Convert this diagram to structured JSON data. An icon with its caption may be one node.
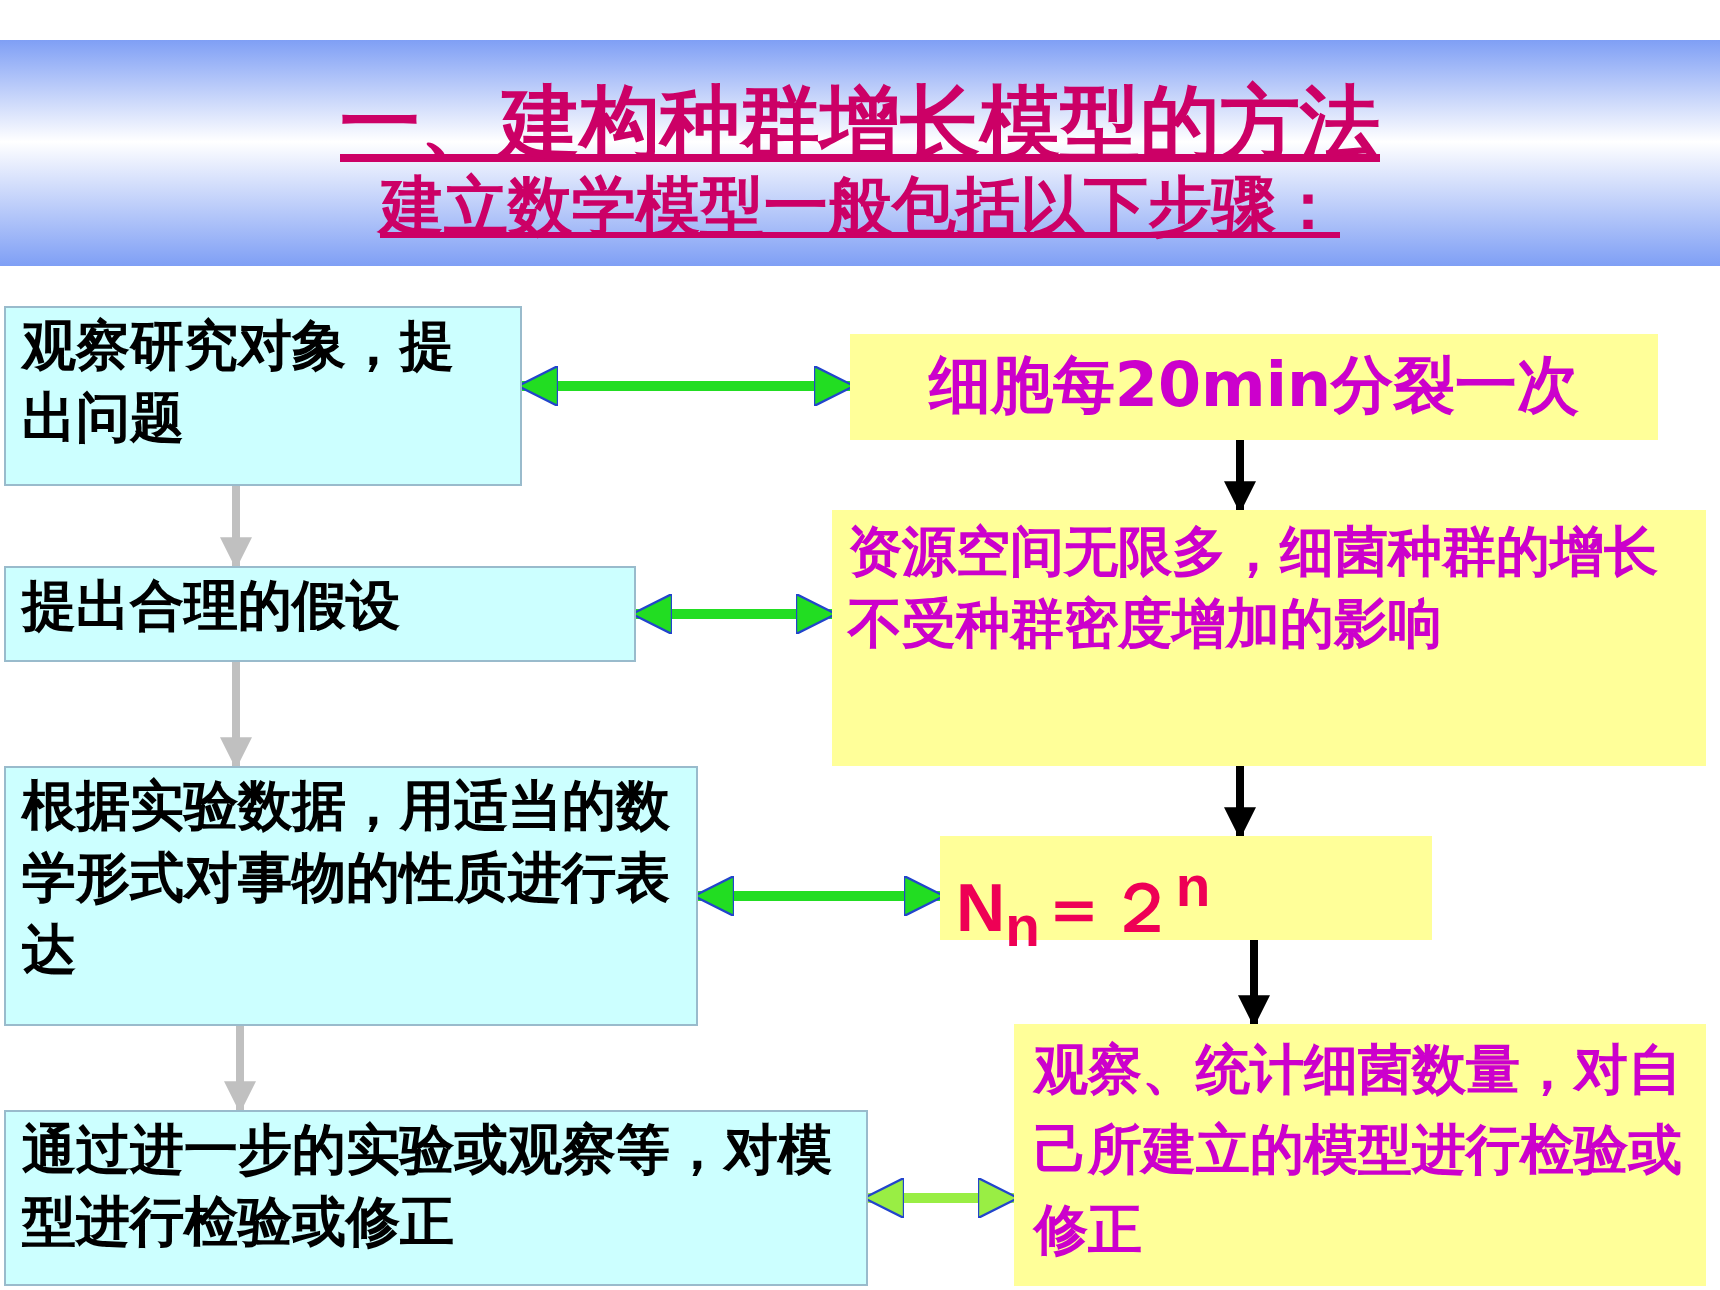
{
  "diagram": {
    "title": "一、建构种群增长模型的方法",
    "nodes": [
      {
        "text": [
          "观察研究对象，提出问题"
        ]
      },
      {
        "text": [
          "提出合理的假设"
        ]
      },
      {
        "text": [
          "根据实验数据，用适当的数学形式对事物的性质进行表达"
        ]
      },
      {
        "text": [
          "通过进一步的实验或观察等，对模型进行检验或修正"
        ]
      },
      {
        "text": [
          "细胞每20min分裂一次"
        ]
      },
      {
        "text": [
          "资源空间无限多，细菌种群的增长不受种群密度增加的影响"
        ]
      },
      {
        "text": [
          "N$_{n}$＝２$^{n}$"
        ]
      },
      {
        "text": [
          "观察、统计细菌数量，对自己所建立的模型进行检验或修正"
        ]
      }
    ],
    "edges": [
      {
        "from": 0,
        "to": 1,
        "arrow": "to",
        "color": "#c0c0c0"
      },
      {
        "from": 1,
        "to": 2,
        "arrow": "to",
        "color": "#c0c0c0"
      },
      {
        "from": 2,
        "to": 3,
        "arrow": "to",
        "color": "#c0c0c0"
      },
      {
        "from": 4,
        "to": 5,
        "arrow": "to",
        "color": "#000000"
      },
      {
        "from": 5,
        "to": 6,
        "arrow": "to",
        "color": "#000000"
      },
      {
        "from": 6,
        "to": 7,
        "arrow": "to",
        "color": "#000000"
      },
      {
        "from": 0,
        "to": 4,
        "arrow": "both",
        "color": "#22dd22"
      },
      {
        "from": 1,
        "to": 5,
        "arrow": "both",
        "color": "#22dd22"
      },
      {
        "from": 2,
        "to": 6,
        "arrow": "both",
        "color": "#22dd22"
      },
      {
        "from": 3,
        "to": 7,
        "arrow": "both",
        "color": "#99ee44"
      }
    ],
    "labels": [
      "建立数学模型一般包括以下步骤："
    ]
  }
}
